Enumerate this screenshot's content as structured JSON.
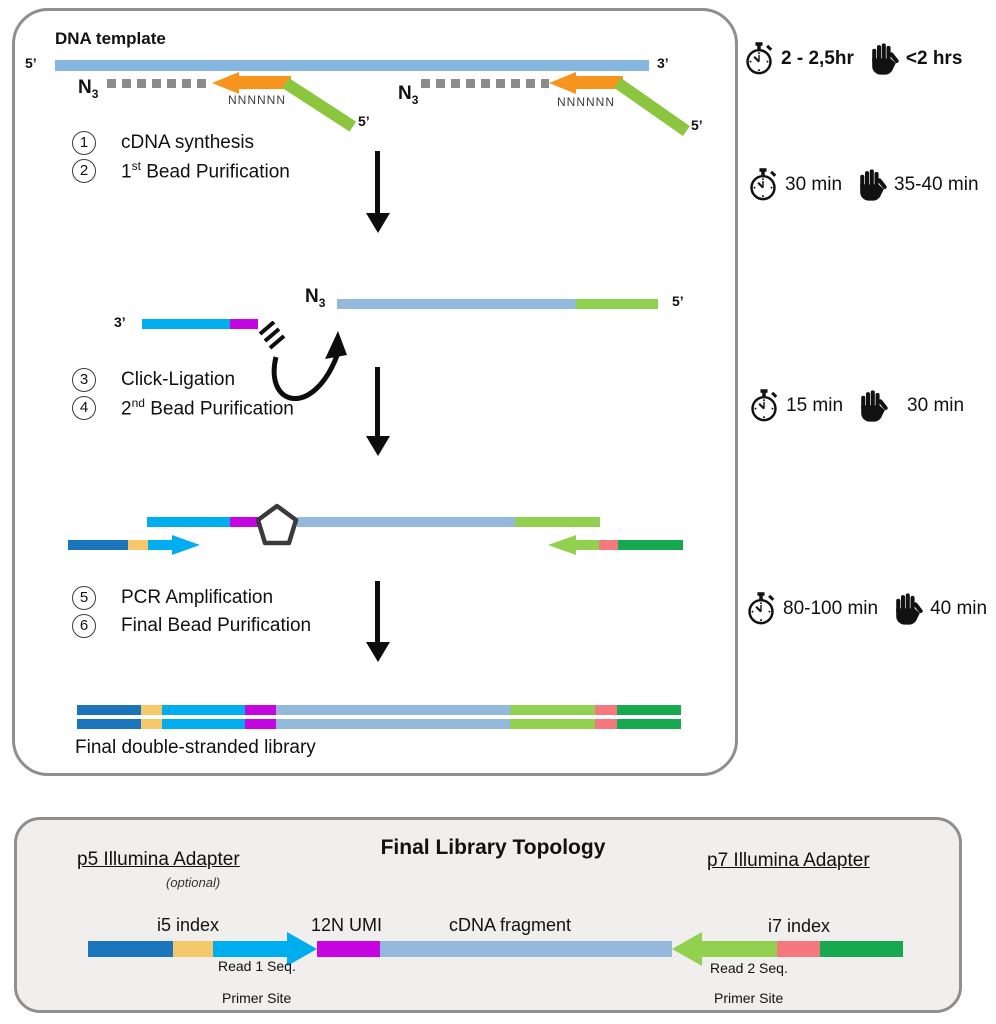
{
  "workflow": {
    "template_label": "DNA template",
    "five_prime": "5’",
    "three_prime": "3’",
    "n3_base": "N",
    "n3_sub": "3",
    "nnnnnn": "NNNNNN",
    "steps": [
      {
        "num": "1",
        "label": "cDNA synthesis"
      },
      {
        "num": "2",
        "pre": "1",
        "sup": "st",
        "rest": " Bead Purification"
      },
      {
        "num": "3",
        "label": "Click-Ligation"
      },
      {
        "num": "4",
        "pre": "2",
        "sup": "nd",
        "rest": " Bead Purification"
      },
      {
        "num": "5",
        "label": "PCR Amplification"
      },
      {
        "num": "6",
        "label": "Final Bead Purification"
      }
    ],
    "final_label": "Final double-stranded library"
  },
  "timings": [
    {
      "clock": "2 - 2,5hr",
      "hand": "<2 hrs"
    },
    {
      "clock": "30 min",
      "hand": "35-40 min"
    },
    {
      "clock": "15 min",
      "hand": "30 min"
    },
    {
      "clock": "80-100 min",
      "hand": "40 min"
    }
  ],
  "icons": {
    "clock": "stopwatch-icon",
    "hand": "hands-on-time-icon"
  },
  "topology": {
    "title": "Final Library Topology",
    "p5_label": "p5 Illumina Adapter",
    "p5_optional": "(optional)",
    "p7_label": "p7 Illumina Adapter",
    "i5_index": "i5 index",
    "umi": "12N UMI",
    "cdna": "cDNA fragment",
    "i7_index": "i7 index",
    "read1": "Read 1 Seq.",
    "read2": "Read 2 Seq.",
    "primer_site_left": "Primer Site",
    "primer_site_right": "Primer Site"
  },
  "colors": {
    "template_blue": "#85B7DE",
    "strand_blue": "#95B9DC",
    "cyan": "#00AEEF",
    "magenta": "#C605E3",
    "dark_blue": "#1B75BC",
    "tan": "#F5C869",
    "light_green": "#92D050",
    "diag_green": "#8CC63F",
    "green": "#17A94F",
    "pink": "#F4787E",
    "orange": "#F7941D",
    "dash_gray": "#8C8C8C",
    "border_gray": "#8F8F8F",
    "box_fill": "#F0EFED",
    "ink": "#111111"
  }
}
